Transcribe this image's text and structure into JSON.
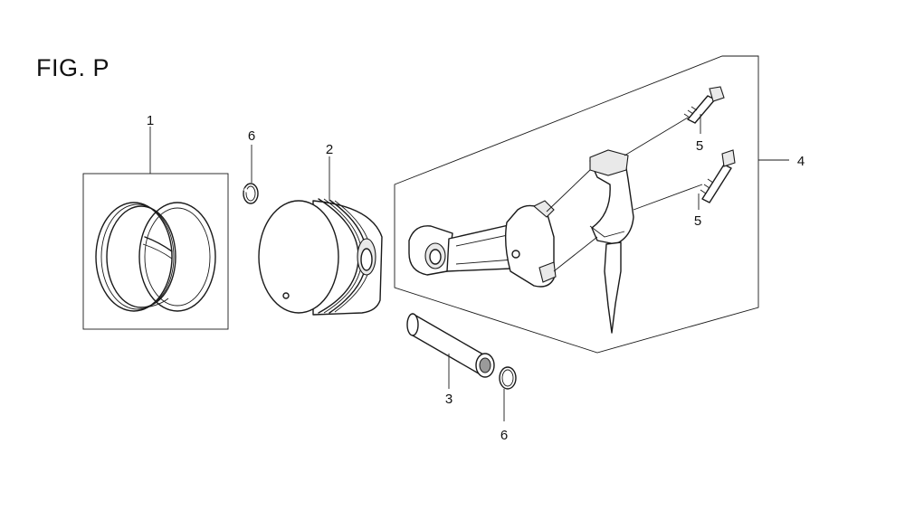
{
  "figure": {
    "title": "FIG. P"
  },
  "callouts": [
    {
      "id": "c1",
      "label": "1"
    },
    {
      "id": "c2",
      "label": "2"
    },
    {
      "id": "c3",
      "label": "3"
    },
    {
      "id": "c4",
      "label": "4"
    },
    {
      "id": "c5a",
      "label": "5"
    },
    {
      "id": "c5b",
      "label": "5"
    },
    {
      "id": "c6a",
      "label": "6"
    },
    {
      "id": "c6b",
      "label": "6"
    }
  ]
}
